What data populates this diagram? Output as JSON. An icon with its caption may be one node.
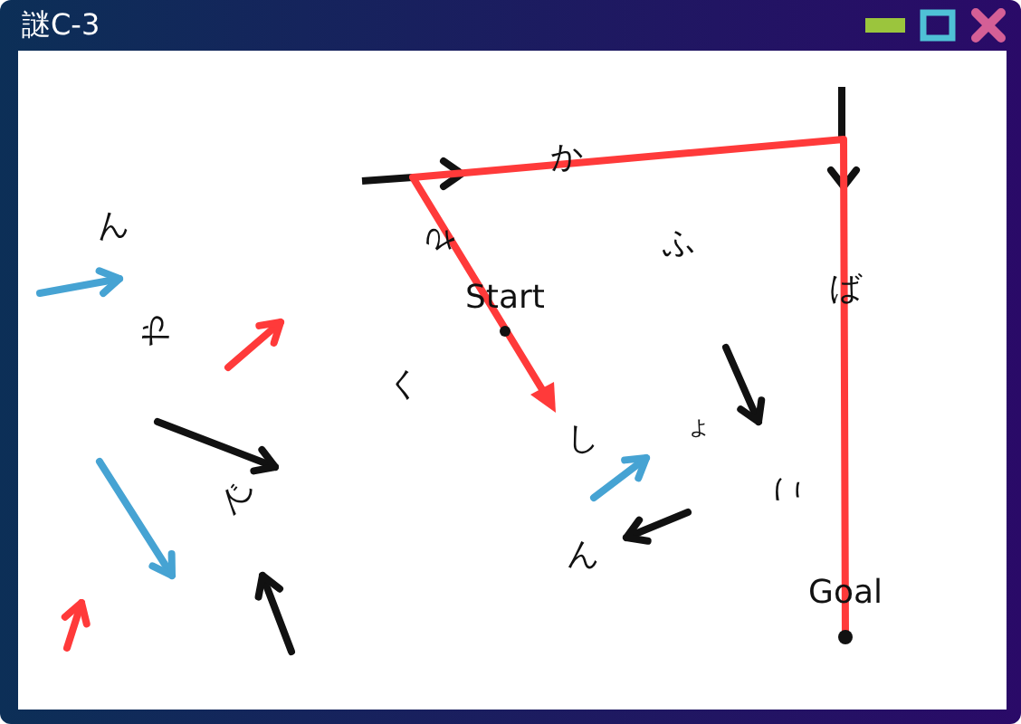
{
  "diagram": {
    "title": "謎C-3",
    "labels": [
      "か",
      "ん",
      "さ",
      "ふ",
      "ば",
      "Start",
      "や",
      "く",
      "ょ",
      "し",
      "で",
      "こ",
      "ん",
      "Goal"
    ]
  }
}
